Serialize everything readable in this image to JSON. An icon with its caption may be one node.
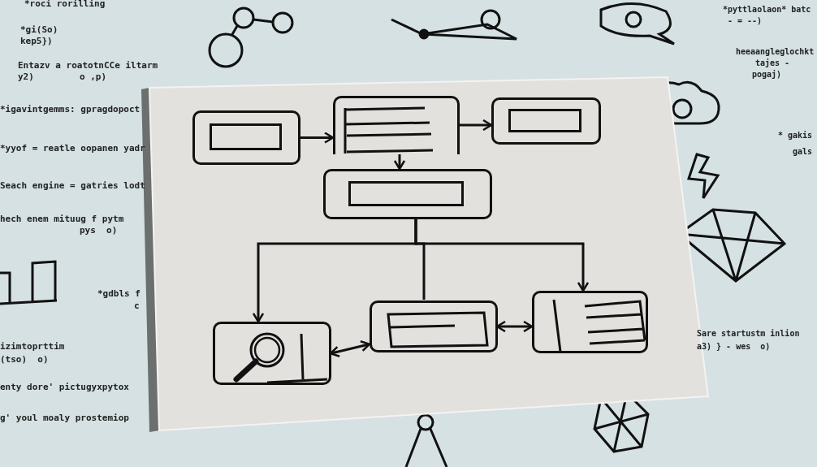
{
  "diagram": {
    "nodes": [
      {
        "text": [],
        "shape": "box"
      },
      {
        "text": [],
        "shape": "box"
      },
      {
        "text": [],
        "shape": "box"
      },
      {
        "text": [],
        "shape": "box"
      },
      {
        "text": [],
        "shape": "box"
      },
      {
        "text": [],
        "shape": "box"
      },
      {
        "text": [],
        "shape": "box"
      }
    ],
    "edges": [
      {
        "from": 0,
        "to": 1,
        "arrow": "to"
      },
      {
        "from": 1,
        "to": 2,
        "arrow": "to"
      },
      {
        "from": 1,
        "to": 3,
        "arrow": "to"
      },
      {
        "from": 3,
        "to": 4,
        "arrow": "to"
      },
      {
        "from": 3,
        "to": 5,
        "arrow": "none"
      },
      {
        "from": 3,
        "to": 6,
        "arrow": "to"
      },
      {
        "from": 4,
        "to": 5,
        "arrow": "both"
      },
      {
        "from": 5,
        "to": 6,
        "arrow": "both"
      }
    ],
    "labels": [
      "*roci rorilling",
      "*gi(So)",
      "kep5})",
      "Entazv a roatotnCCe iltarm",
      "y2)",
      "o ,p)",
      "*igavintgemms: gpragdopoct",
      "*yyof = reatle oopanen yadr",
      "Seach engine = gatries lodt",
      "hech enem mituug f pytm",
      "pys  o)",
      "*gdbls f",
      "c",
      "izimtoprttim",
      "(tso)  o)",
      "enty dore' pictugyxpytox",
      "g' youl moaly prostemiop",
      "*pyttlaolaon* batc",
      "- = --)",
      "heeaangleglochkt",
      "tajes -",
      "pogaj)",
      "* gakis",
      "gals",
      "Sare startustm inlion",
      "a3) } - wes  o)"
    ]
  }
}
